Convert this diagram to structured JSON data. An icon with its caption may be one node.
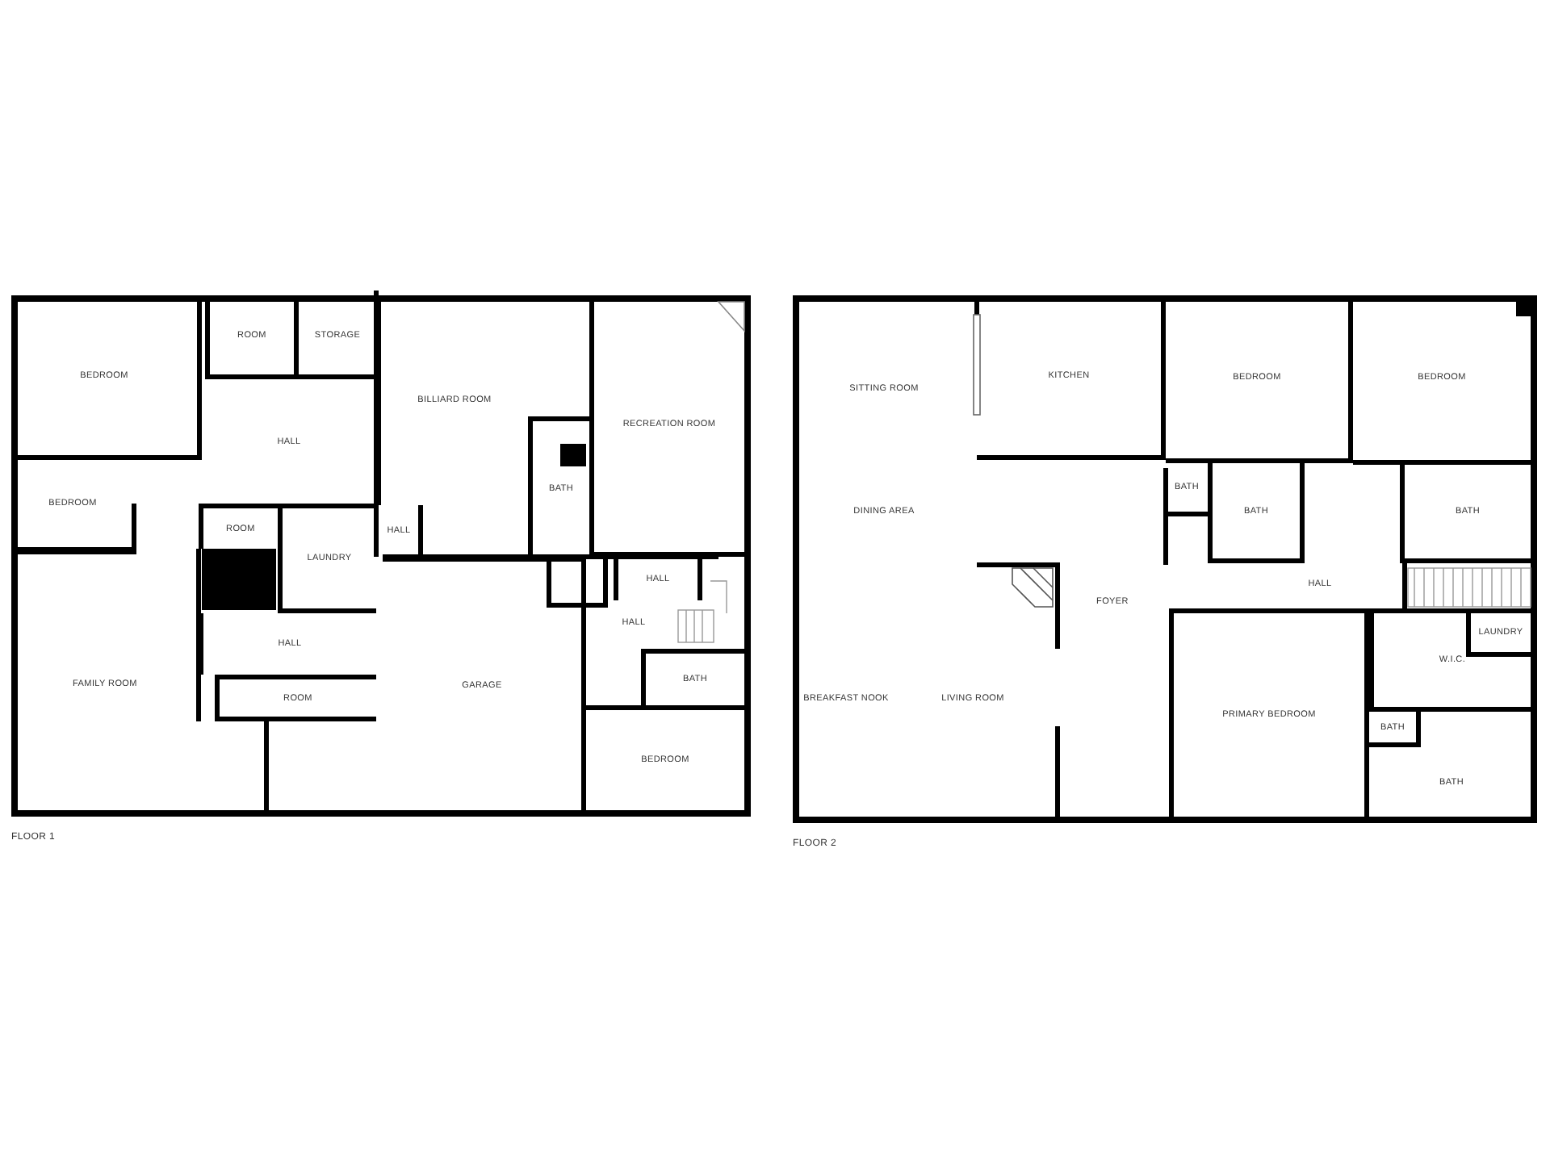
{
  "diagram": {
    "nodes": [
      {
        "text": [
          "FLOOR 1"
        ]
      },
      {
        "text": [
          "BEDROOM"
        ],
        "in": 0
      },
      {
        "text": [
          "ROOM"
        ],
        "in": 0
      },
      {
        "text": [
          "STORAGE"
        ],
        "in": 0
      },
      {
        "text": [
          "BILLIARD ROOM"
        ],
        "in": 0
      },
      {
        "text": [
          "RECREATION ROOM"
        ],
        "in": 0
      },
      {
        "text": [
          "HALL"
        ],
        "in": 0
      },
      {
        "text": [
          "BATH"
        ],
        "in": 0
      },
      {
        "text": [
          "BEDROOM"
        ],
        "in": 0
      },
      {
        "text": [
          "ROOM"
        ],
        "in": 0
      },
      {
        "text": [
          "LAUNDRY"
        ],
        "in": 0
      },
      {
        "text": [
          "HALL"
        ],
        "in": 0
      },
      {
        "text": [
          "HALL"
        ],
        "in": 0
      },
      {
        "text": [
          "HALL"
        ],
        "in": 0
      },
      {
        "text": [
          "HALL"
        ],
        "in": 0
      },
      {
        "text": [
          "BATH"
        ],
        "in": 0
      },
      {
        "text": [
          "ROOM"
        ],
        "in": 0
      },
      {
        "text": [
          "FAMILY ROOM"
        ],
        "in": 0
      },
      {
        "text": [
          "GARAGE"
        ],
        "in": 0
      },
      {
        "text": [
          "BEDROOM"
        ],
        "in": 0
      },
      {
        "text": [
          "FLOOR 2"
        ]
      },
      {
        "text": [
          "SITTING ROOM"
        ],
        "in": 20
      },
      {
        "text": [
          "KITCHEN"
        ],
        "in": 20
      },
      {
        "text": [
          "BEDROOM"
        ],
        "in": 20
      },
      {
        "text": [
          "BEDROOM"
        ],
        "in": 20
      },
      {
        "text": [
          "BATH"
        ],
        "in": 20
      },
      {
        "text": [
          "BATH"
        ],
        "in": 20
      },
      {
        "text": [
          "BATH"
        ],
        "in": 20
      },
      {
        "text": [
          "DINING AREA"
        ],
        "in": 20
      },
      {
        "text": [
          "HALL"
        ],
        "in": 20
      },
      {
        "text": [
          "FOYER"
        ],
        "in": 20
      },
      {
        "text": [
          "W.I.C."
        ],
        "in": 20
      },
      {
        "text": [
          "LAUNDRY"
        ],
        "in": 31
      },
      {
        "text": [
          "BREAKFAST NOOK"
        ],
        "in": 20
      },
      {
        "text": [
          "LIVING ROOM"
        ],
        "in": 20
      },
      {
        "text": [
          "PRIMARY BEDROOM"
        ],
        "in": 20
      },
      {
        "text": [
          "BATH"
        ],
        "in": 20
      },
      {
        "text": [
          "BATH"
        ],
        "in": 20
      }
    ]
  }
}
